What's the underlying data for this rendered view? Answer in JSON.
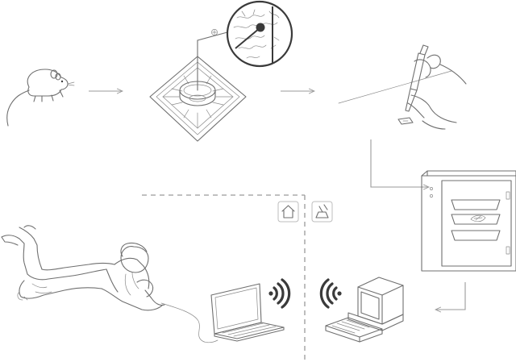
{
  "diagram": {
    "stroke_color": "#6f6f6f",
    "arrow_color": "#9a9a9a",
    "dashed_divider_color": "#9a9a9a",
    "badge_border_color": "#bdbdbd",
    "wifi_color": "#3a3a3a",
    "icons": [
      "mouse-icon",
      "microelectrode-array-icon",
      "zoom-inset-icon",
      "pipette-icon",
      "incubator-icon",
      "desktop-computer-icon",
      "laptop-icon",
      "person-icon",
      "home-icon",
      "lab-flask-icon",
      "wifi-icon"
    ],
    "arrows": [
      "mouse-to-array",
      "array-to-pipette",
      "pipette-to-incubator",
      "incubator-to-desktop"
    ]
  }
}
